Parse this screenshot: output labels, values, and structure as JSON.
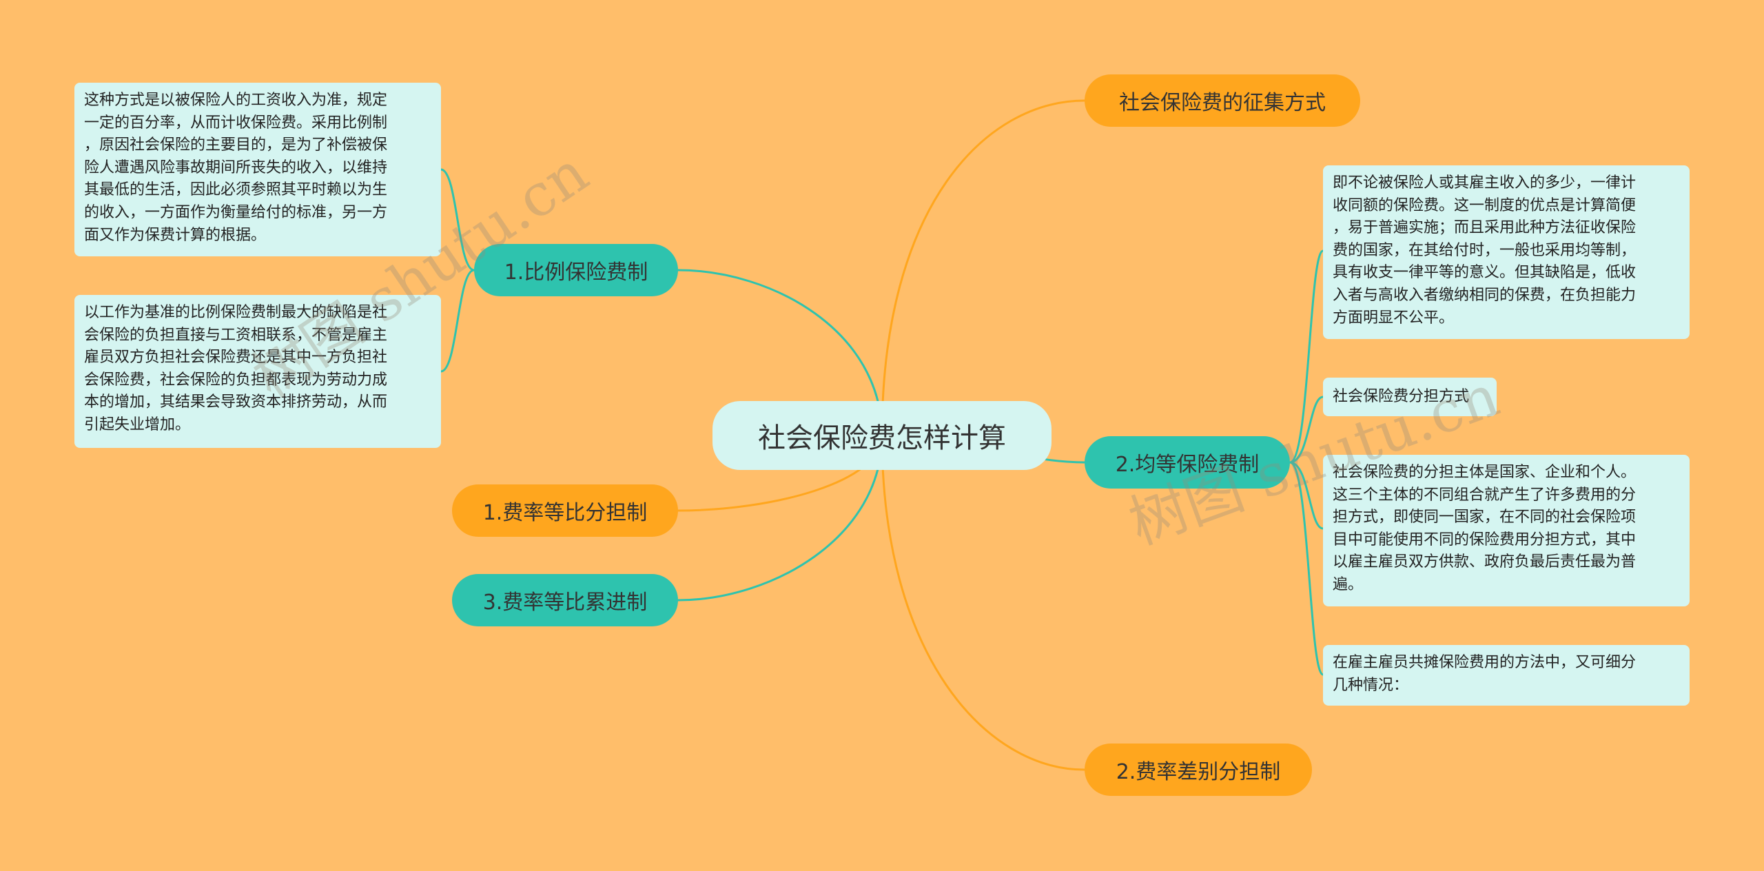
{
  "root": {
    "label": "社会保险费怎样计算"
  },
  "branches": {
    "proportional": "1.比例保险费制",
    "rate_proportional": "1.费率等比分担制",
    "rate_progressive": "3.费率等比累进制",
    "collection": "社会保险费的征集方式",
    "equal": "2.均等保险费制",
    "rate_differential": "2.费率差别分担制"
  },
  "leaves": {
    "proportional_desc": "这种方式是以被保险人的工资收入为准，规定\n一定的百分率，从而计收保险费。采用比例制\n，原因社会保险的主要目的，是为了补偿被保\n险人遭遇风险事故期间所丧失的收入，以维持\n其最低的生活，因此必须参照其平时赖以为生\n的收入，一方面作为衡量给付的标准，另一方\n面又作为保费计算的根据。",
    "proportional_drawback": "以工作为基准的比例保险费制最大的缺陷是社\n会保险的负担直接与工资相联系，不管是雇主\n雇员双方负担社会保险费还是其中一方负担社\n会保险费，社会保险的负担都表现为劳动力成\n本的增加，其结果会导致资本排挤劳动，从而\n引起失业增加。",
    "equal_desc": "即不论被保险人或其雇主收入的多少，一律计\n收同额的保险费。这一制度的优点是计算简便\n，易于普遍实施；而且采用此种方法征收保险\n费的国家，在其给付时，一般也采用均等制，\n具有收支一律平等的意义。但其缺陷是，低收\n入者与高收入者缴纳相同的保费，在负担能力\n方面明显不公平。",
    "sharing_title": "社会保险费分担方式",
    "sharing_desc": "社会保险费的分担主体是国家、企业和个人。\n这三个主体的不同组合就产生了许多费用的分\n担方式，即使同一国家，在不同的社会保险项\n目中可能使用不同的保险费用分担方式，其中\n以雇主雇员双方供款、政府负最后责任最为普\n遍。",
    "employer_employee": "在雇主雇员共摊保险费用的方法中，又可细分\n几种情况："
  },
  "watermarks": {
    "left": "树图 shutu.cn",
    "right": "树图 shutu.cn"
  },
  "colors": {
    "background": "#FFBE6A",
    "teal": "#2EC3AE",
    "orange": "#FFA61E",
    "light": "#D5F5F1"
  }
}
